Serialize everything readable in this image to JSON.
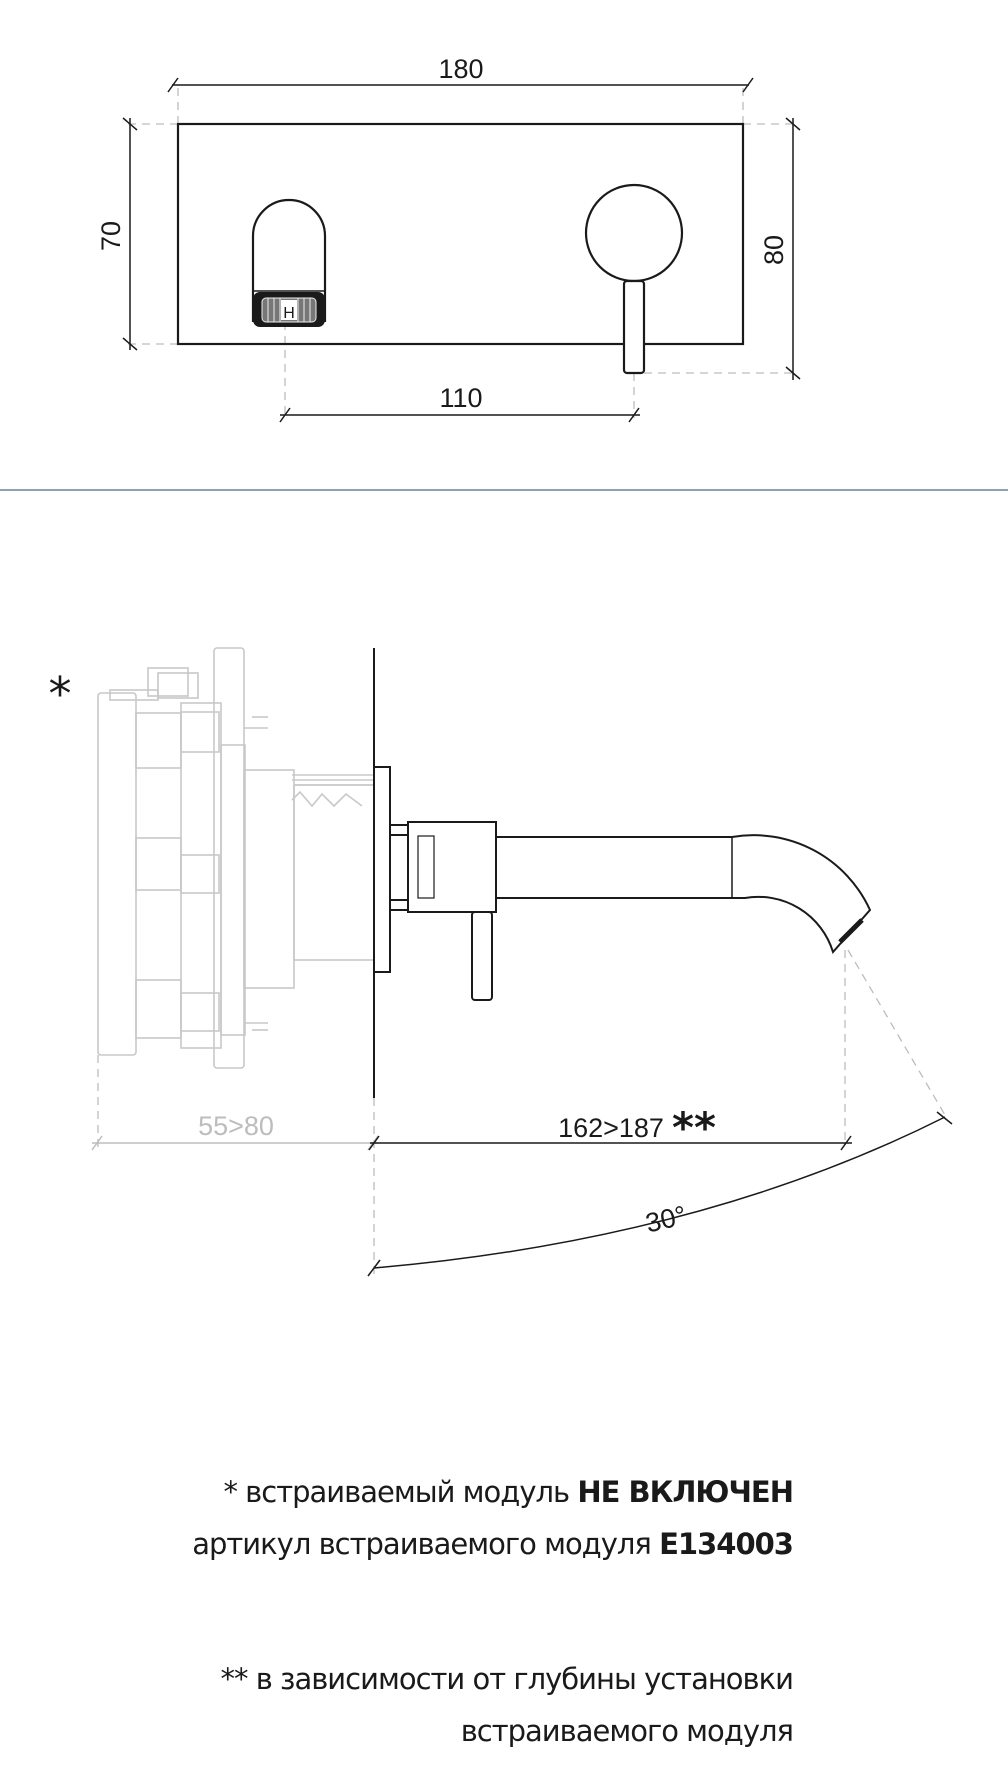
{
  "front_view": {
    "dims": {
      "width": "180",
      "height_left": "70",
      "height_right": "80",
      "spacing": "110"
    },
    "spout_marker": "H"
  },
  "side_view": {
    "asterisk": "*",
    "dim_box": "55>80",
    "dim_spout": "162>187",
    "dim_spout_mark": "**",
    "angle": "30°"
  },
  "notes": {
    "line1_prefix": "* встраиваемый модуль ",
    "line1_bold": "НЕ ВКЛЮЧЕН",
    "line2_prefix": "артикул встраиваемого модуля ",
    "line2_bold": "E134003",
    "line3": "** в зависимости от глубины установки",
    "line4": "встраиваемого модуля"
  },
  "colors": {
    "ink": "#1a1a1a",
    "divider": "#8fa3ae",
    "ghost": "#c8c8c8"
  }
}
